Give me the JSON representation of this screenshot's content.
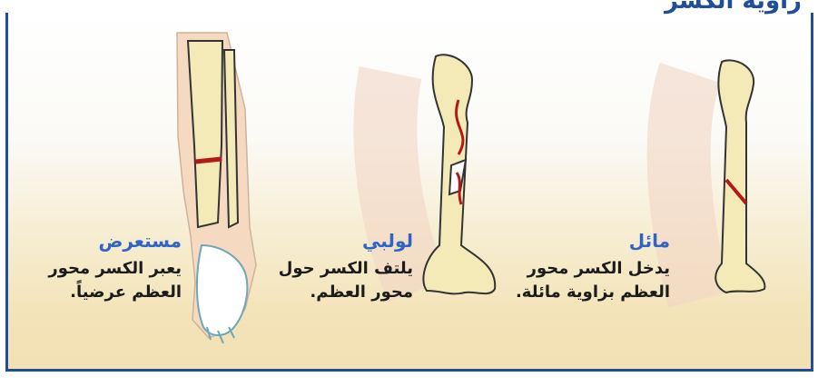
{
  "title": "زاوية الكسر",
  "fracture_types": [
    {
      "name": "مائل",
      "description": "يدخل الكسر محور العظم بزاوية مائلة."
    },
    {
      "name": "لولبي",
      "description": "يلتف الكسر حول محور العظم."
    },
    {
      "name": "مستعرض",
      "description": "يعبر الكسر محور العظم عرضياً."
    }
  ]
}
